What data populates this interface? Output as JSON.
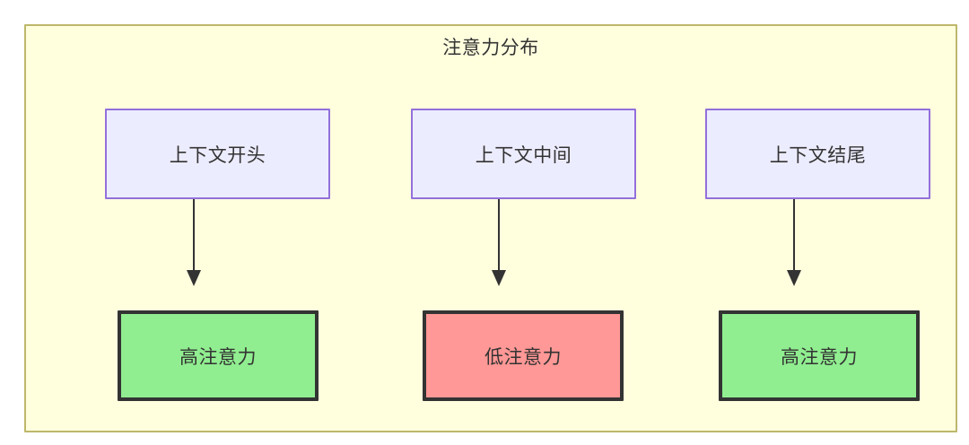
{
  "diagram": {
    "title": "注意力分布",
    "background_color": "#ffffff",
    "container": {
      "fill": "#ffffde",
      "border_color": "#bdb76b"
    },
    "palette": {
      "source_fill": "#ececff",
      "source_border": "#9370db",
      "high_attention_fill": "#90ee90",
      "low_attention_fill": "#ff9896",
      "result_border": "#333333",
      "edge_color": "#333333",
      "text_color": "#333333"
    },
    "sources": [
      {
        "id": "context-start",
        "label": "上下文开头"
      },
      {
        "id": "context-middle",
        "label": "上下文中间"
      },
      {
        "id": "context-end",
        "label": "上下文结尾"
      }
    ],
    "results": [
      {
        "id": "high-attention-start",
        "label": "高注意力",
        "level": "high"
      },
      {
        "id": "low-attention-middle",
        "label": "低注意力",
        "level": "low"
      },
      {
        "id": "high-attention-end",
        "label": "高注意力",
        "level": "high"
      }
    ],
    "edges": [
      {
        "from": "context-start",
        "to": "high-attention-start",
        "label": ""
      },
      {
        "from": "context-middle",
        "to": "low-attention-middle",
        "label": ""
      },
      {
        "from": "context-end",
        "to": "high-attention-end",
        "label": ""
      }
    ]
  }
}
